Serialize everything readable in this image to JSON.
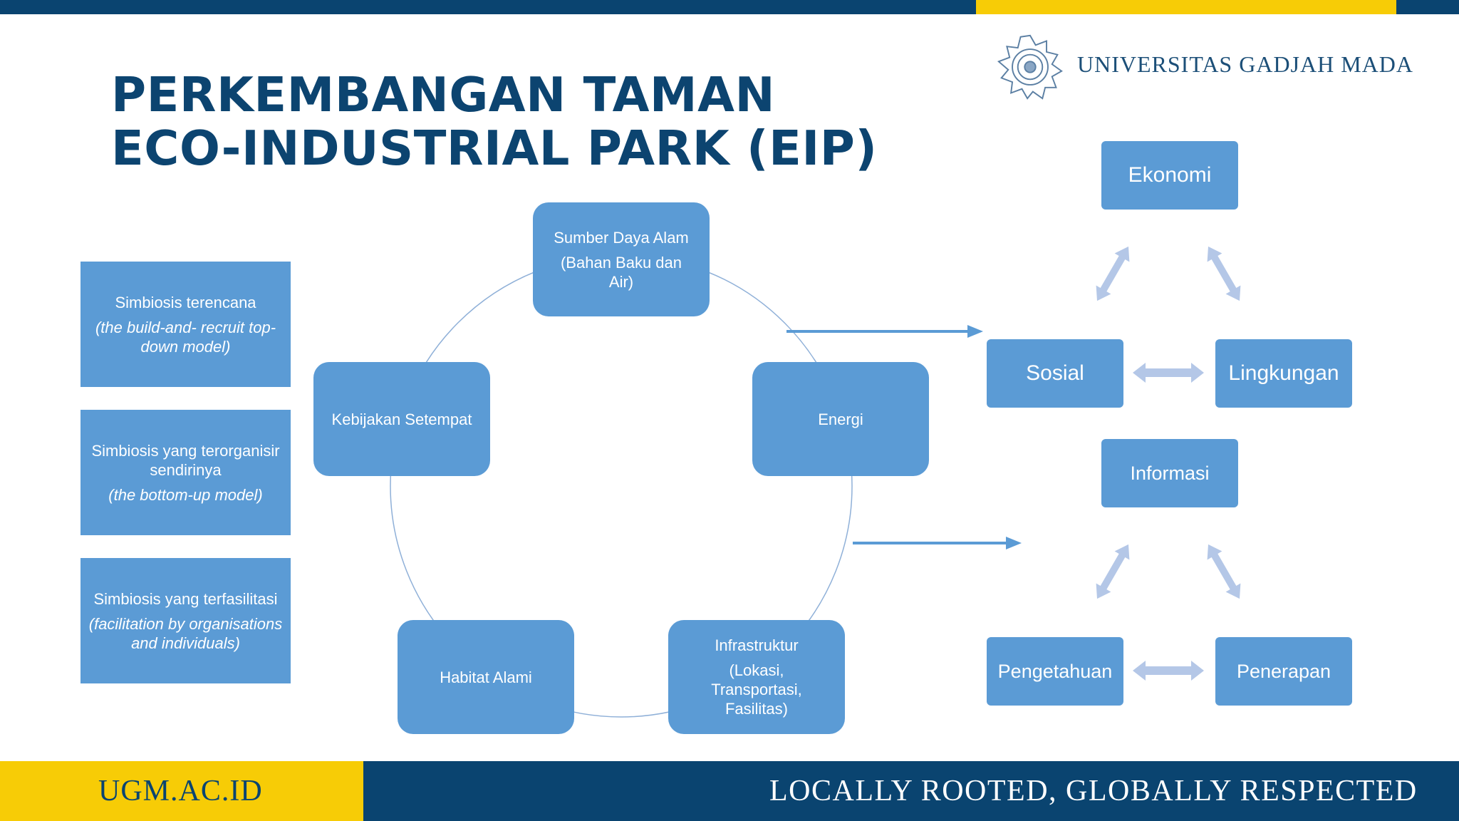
{
  "title": "PERKEMBANGAN TAMAN ECO-INDUSTRIAL PARK (EIP)",
  "university": "UNIVERSITAS GADJAH MADA",
  "left_boxes": [
    {
      "line1": "Simbiosis terencana",
      "line2": "(the build-and- recruit top-down model)"
    },
    {
      "line1": "Simbiosis yang terorganisir sendirinya",
      "line2": "(the bottom-up model)"
    },
    {
      "line1": "Simbiosis yang terfasilitasi",
      "line2": "(facilitation by organisations and individuals)"
    }
  ],
  "cycle": {
    "sumber_daya_alam": {
      "line1": "Sumber Daya Alam",
      "line2": "(Bahan Baku dan Air)"
    },
    "energi": "Energi",
    "infrastruktur": {
      "line1": "Infrastruktur",
      "line2": "(Lokasi, Transportasi, Fasilitas)"
    },
    "habitat_alami": "Habitat Alami",
    "kebijakan_setempat": "Kebijakan Setempat"
  },
  "triangle_top": {
    "ekonomi": "Ekonomi",
    "sosial": "Sosial",
    "lingkungan": "Lingkungan"
  },
  "triangle_bottom": {
    "informasi": "Informasi",
    "pengetahuan": "Pengetahuan",
    "penerapan": "Penerapan"
  },
  "footer": {
    "left": "UGM.AC.ID",
    "right": "LOCALLY ROOTED, GLOBALLY RESPECTED"
  },
  "colors": {
    "navy": "#0a4470",
    "yellow": "#f7cc06",
    "box_blue": "#5b9bd5",
    "arrow_light": "#b4c7e7"
  }
}
